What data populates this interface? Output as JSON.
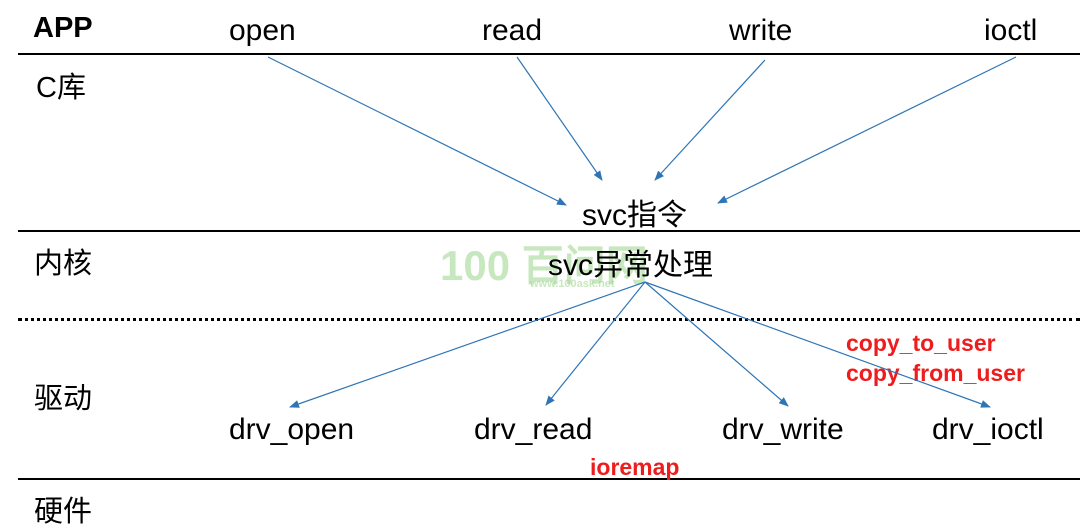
{
  "layers": {
    "app": "APP",
    "clib": "C库",
    "kernel": "内核",
    "driver": "驱动",
    "hardware": "硬件"
  },
  "app_calls": [
    "open",
    "read",
    "write",
    "ioctl"
  ],
  "svc_instruction": "svc指令",
  "svc_handler": "svc异常处理",
  "driver_calls": [
    "drv_open",
    "drv_read",
    "drv_write",
    "drv_ioctl"
  ],
  "notes": {
    "copy_to_user": "copy_to_user",
    "copy_from_user": "copy_from_user",
    "ioremap": "ioremap"
  },
  "watermark": {
    "logo_text": "100 百问网",
    "url": "www.100ask.net"
  },
  "colors": {
    "arrow": "#2e75b6",
    "note_red": "#ee1c1c"
  }
}
